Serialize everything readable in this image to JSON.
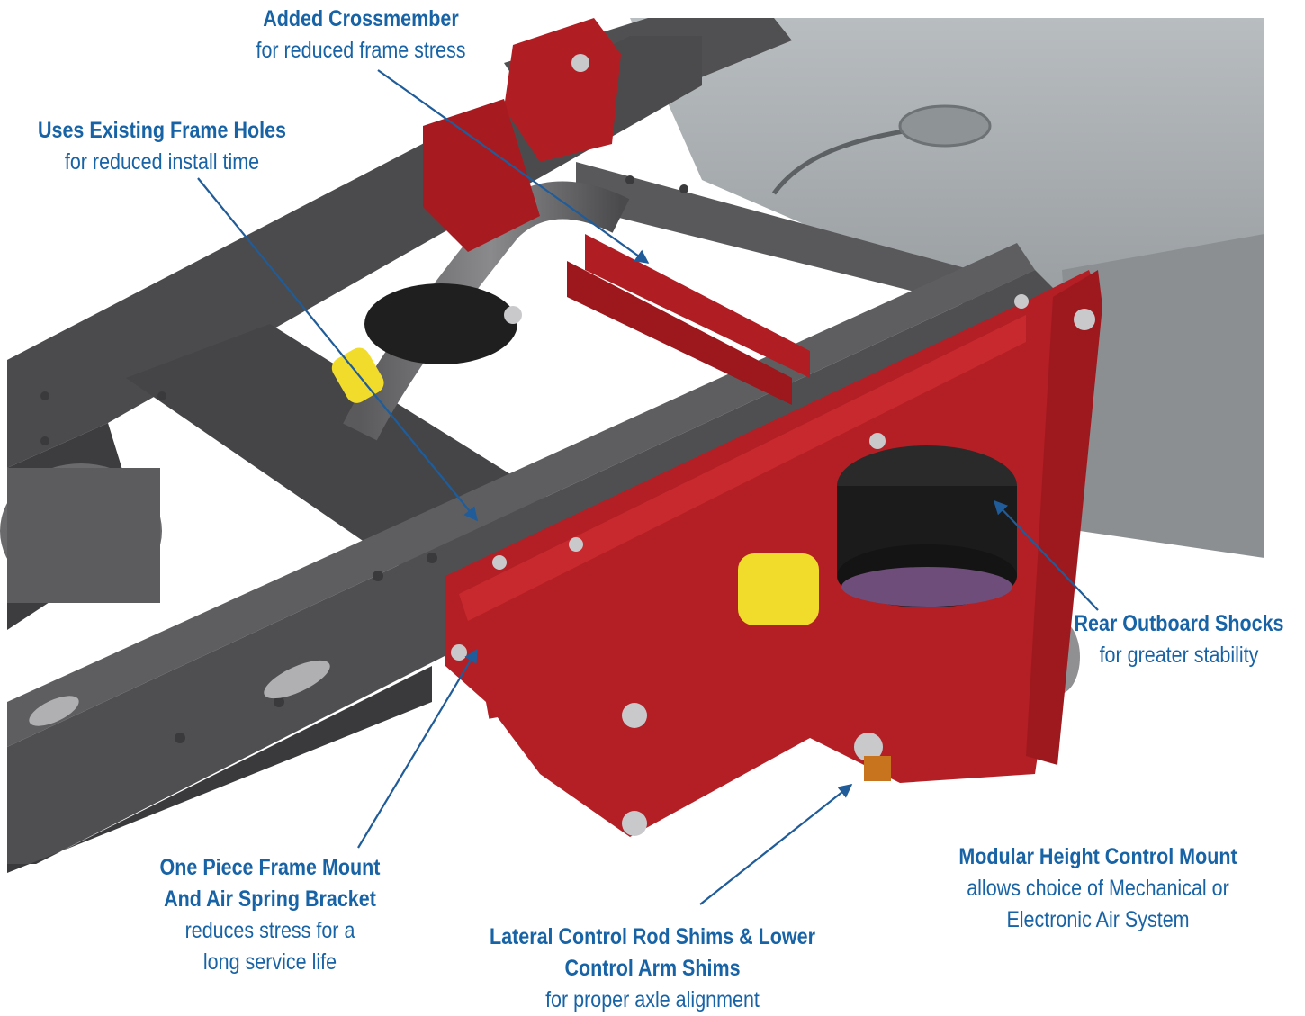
{
  "colors": {
    "callout_text": "#1763a6",
    "leader_line": "#1f5c99",
    "frame_dark": "#4a4a4c",
    "suspension_red": "#b01e23",
    "air_spring_black": "#1b1b1b",
    "fuel_tank_gray": "#9ea3a6",
    "bushing_yellow": "#f2dc2b"
  },
  "callouts": {
    "crossmember": {
      "title": "Added Crossmember",
      "desc": "for reduced frame stress"
    },
    "frame_holes": {
      "title": "Uses Existing Frame Holes",
      "desc": "for reduced install time"
    },
    "shocks": {
      "title": "Rear Outboard Shocks",
      "desc": "for greater stability"
    },
    "frame_mount": {
      "title_line1": "One Piece Frame Mount",
      "title_line2": "And Air Spring Bracket",
      "desc_line1": "reduces stress for a",
      "desc_line2": "long service life"
    },
    "lateral_shims": {
      "title_line1": "Lateral Control Rod Shims & Lower",
      "title_line2": "Control Arm Shims",
      "desc": "for proper axle alignment"
    },
    "modular_mount": {
      "title": "Modular Height Control Mount",
      "desc_line1": "allows choice of Mechanical or",
      "desc_line2": "Electronic Air System"
    }
  }
}
